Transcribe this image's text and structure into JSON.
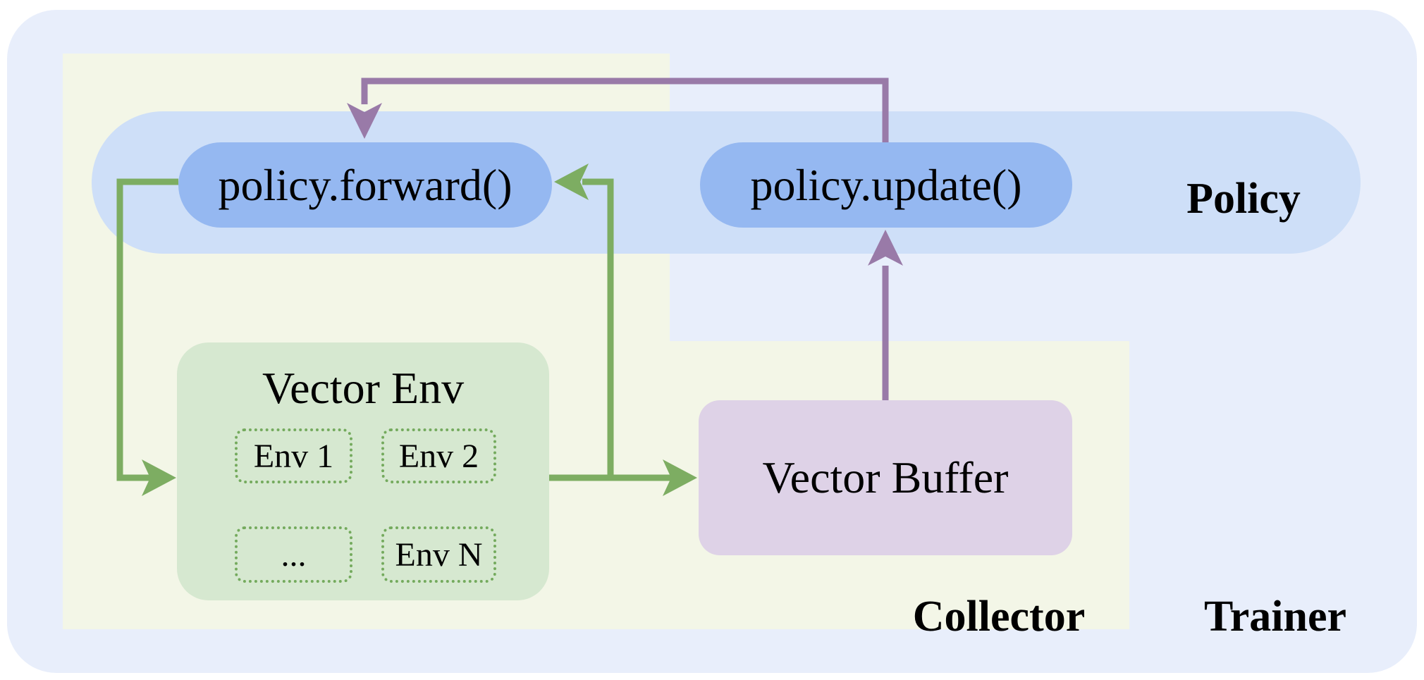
{
  "colors": {
    "trainer-bg": "#e8eefb",
    "collector-bg": "#f3f6e7",
    "policy-band-bg": "#cedff8",
    "pill-bg": "#95b8f1",
    "env-bg": "#d6e8d0",
    "env-border": "#74aa5d",
    "buffer-bg": "#ded2e7",
    "arrow-green": "#7dad62",
    "arrow-purple": "#997aa8",
    "text": "#000000"
  },
  "regions": {
    "trainer": {
      "label": "Trainer"
    },
    "collector": {
      "label": "Collector"
    },
    "policy": {
      "label": "Policy"
    }
  },
  "nodes": {
    "policy_forward": {
      "label": "policy.forward()"
    },
    "policy_update": {
      "label": "policy.update()"
    },
    "vector_env": {
      "title": "Vector Env",
      "envs": [
        "Env 1",
        "Env 2",
        "...",
        "Env N"
      ]
    },
    "vector_buffer": {
      "label": "Vector Buffer"
    }
  },
  "arrows": [
    {
      "name": "policy-forward-to-vector-env",
      "color": "green"
    },
    {
      "name": "vector-env-to-vector-buffer",
      "color": "green"
    },
    {
      "name": "vector-env-to-policy-forward",
      "color": "green"
    },
    {
      "name": "policy-update-to-policy-forward",
      "color": "purple"
    },
    {
      "name": "vector-buffer-to-policy-update",
      "color": "purple"
    }
  ]
}
